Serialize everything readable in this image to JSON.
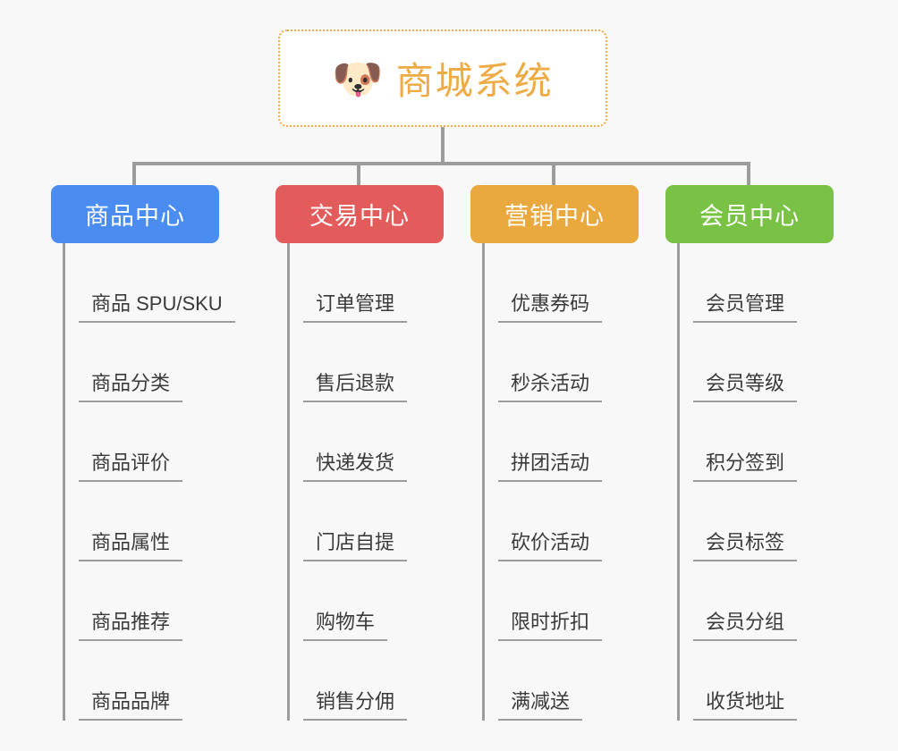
{
  "background_color": "#f8f8f8",
  "root": {
    "icon": "dog-face-emoji",
    "icon_glyph": "🐶",
    "title": "商城系统",
    "text_color": "#edab45",
    "border_color": "#edab45",
    "fill_color": "#ffffff"
  },
  "connector_color": "#9c9c9c",
  "columns": [
    {
      "id": "product-center",
      "header": "商品中心",
      "color": "#4a8cf0",
      "items": [
        "商品 SPU/SKU",
        "商品分类",
        "商品评价",
        "商品属性",
        "商品推荐",
        "商品品牌"
      ]
    },
    {
      "id": "trade-center",
      "header": "交易中心",
      "color": "#e25c5c",
      "items": [
        "订单管理",
        "售后退款",
        "快递发货",
        "门店自提",
        "购物车",
        "销售分佣"
      ]
    },
    {
      "id": "marketing-center",
      "header": "营销中心",
      "color": "#eaa93f",
      "items": [
        "优惠券码",
        "秒杀活动",
        "拼团活动",
        "砍价活动",
        "限时折扣",
        "满减送"
      ]
    },
    {
      "id": "member-center",
      "header": "会员中心",
      "color": "#7ac245",
      "items": [
        "会员管理",
        "会员等级",
        "积分签到",
        "会员标签",
        "会员分组",
        "收货地址"
      ]
    }
  ]
}
